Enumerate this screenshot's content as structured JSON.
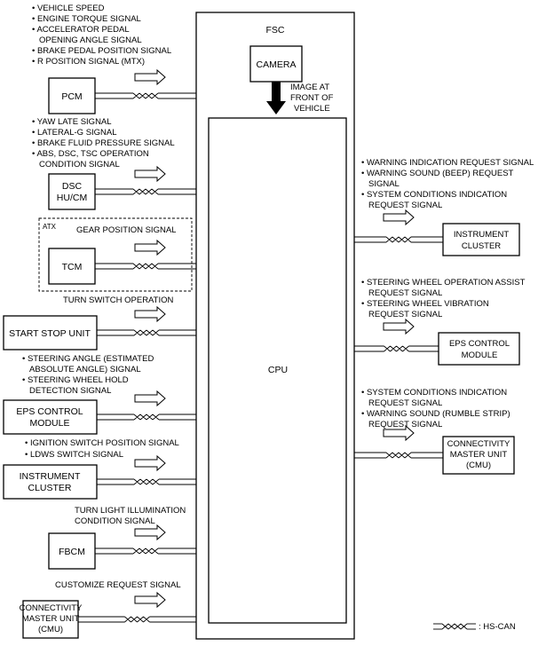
{
  "fsc": {
    "label": "FSC",
    "camera": "CAMERA",
    "image_label": [
      "IMAGE AT",
      "FRONT OF",
      "VEHICLE"
    ],
    "cpu": "CPU"
  },
  "left": {
    "pcm_signals": [
      "• VEHICLE SPEED",
      "• ENGINE TORQUE SIGNAL",
      "• ACCELERATOR PEDAL",
      "OPENING ANGLE SIGNAL",
      "• BRAKE PEDAL POSITION SIGNAL",
      "• R POSITION SIGNAL (MTX)"
    ],
    "pcm": "PCM",
    "dsc_signals": [
      "• YAW LATE SIGNAL",
      "• LATERAL-G SIGNAL",
      "• BRAKE FLUID PRESSURE SIGNAL",
      "• ABS, DSC, TSC OPERATION",
      "CONDITION SIGNAL"
    ],
    "dsc": [
      "DSC",
      "HU/CM"
    ],
    "atx": "ATX",
    "tcm_signal": "GEAR POSITION SIGNAL",
    "tcm": "TCM",
    "ssu_signal": "TURN SWITCH OPERATION",
    "ssu": "START STOP UNIT",
    "eps_signals": [
      "• STEERING ANGLE (ESTIMATED",
      "ABSOLUTE ANGLE) SIGNAL",
      "• STEERING WHEEL HOLD",
      "DETECTION SIGNAL"
    ],
    "eps": [
      "EPS CONTROL",
      "MODULE"
    ],
    "ic_signals": [
      "• IGNITION SWITCH POSITION SIGNAL",
      "• LDWS SWITCH SIGNAL"
    ],
    "ic": [
      "INSTRUMENT",
      "CLUSTER"
    ],
    "fbcm_signal": [
      "TURN LIGHT ILLUMINATION",
      "CONDITION SIGNAL"
    ],
    "fbcm": "FBCM",
    "cmu_signal": "CUSTOMIZE REQUEST SIGNAL",
    "cmu": [
      "CONNECTIVITY",
      "MASTER UNIT",
      "(CMU)"
    ]
  },
  "right": {
    "ic_signals": [
      "• WARNING INDICATION REQUEST SIGNAL",
      "• WARNING SOUND (BEEP) REQUEST",
      "SIGNAL",
      "• SYSTEM CONDITIONS INDICATION",
      "REQUEST SIGNAL"
    ],
    "ic": [
      "INSTRUMENT",
      "CLUSTER"
    ],
    "eps_signals": [
      "• STEERING WHEEL OPERATION ASSIST",
      "REQUEST SIGNAL",
      "• STEERING WHEEL VIBRATION",
      "REQUEST SIGNAL"
    ],
    "eps": [
      "EPS CONTROL",
      "MODULE"
    ],
    "cmu_signals": [
      "• SYSTEM CONDITIONS INDICATION",
      "REQUEST SIGNAL",
      "• WARNING SOUND (RUMBLE STRIP)",
      "REQUEST SIGNAL"
    ],
    "cmu": [
      "CONNECTIVITY",
      "MASTER UNIT",
      "(CMU)"
    ]
  },
  "legend": ": HS-CAN"
}
